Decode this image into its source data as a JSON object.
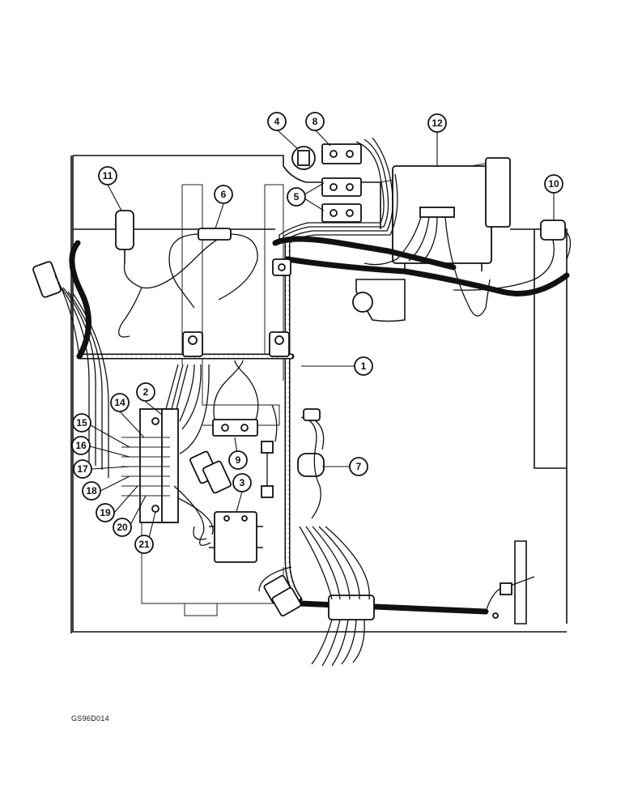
{
  "callouts": [
    "1",
    "2",
    "3",
    "4",
    "5",
    "6",
    "7",
    "8",
    "9",
    "10",
    "11",
    "12",
    "14",
    "15",
    "16",
    "17",
    "18",
    "19",
    "20",
    "21"
  ],
  "figure_code": "GS96D014",
  "colors": {
    "ink": "#111111",
    "paper": "#ffffff"
  }
}
